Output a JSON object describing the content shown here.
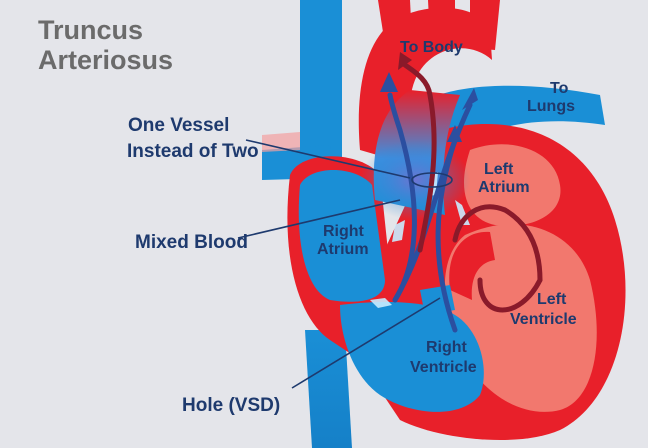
{
  "title": {
    "line1": "Truncus",
    "line2": "Arteriosus"
  },
  "labels": {
    "to_body": "To Body",
    "to_lungs_1": "To",
    "to_lungs_2": "Lungs",
    "one_vessel_1": "One Vessel",
    "one_vessel_2": "Instead of Two",
    "mixed_blood": "Mixed Blood",
    "left_atrium_1": "Left",
    "left_atrium_2": "Atrium",
    "right_atrium_1": "Right",
    "right_atrium_2": "Atrium",
    "left_ventricle_1": "Left",
    "left_ventricle_2": "Ventricle",
    "right_ventricle_1": "Right",
    "right_ventricle_2": "Ventricle",
    "hole_vsd": "Hole (VSD)"
  },
  "colors": {
    "background": "#e4e5ea",
    "oxygenated": "#e8202a",
    "deoxygenated": "#1a8fd6",
    "muscle": "#f2786e",
    "label_text": "#1e3a6e",
    "title_text": "#6b6b6b",
    "arrow_blue": "#2b4fa0",
    "arrow_red": "#8a1a2a"
  }
}
